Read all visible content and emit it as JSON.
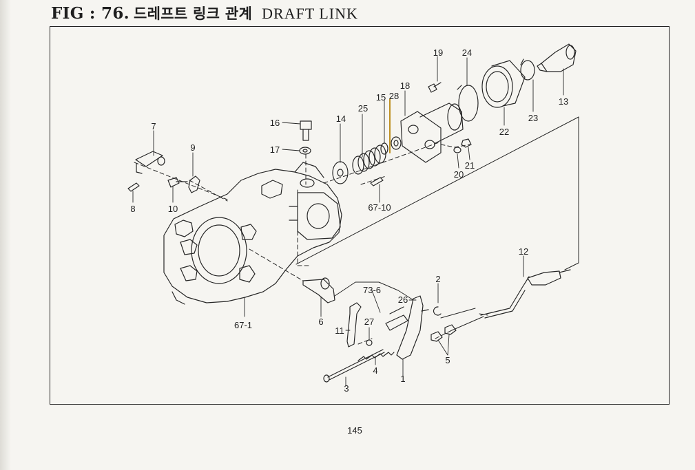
{
  "header": {
    "fig_label": "FIG : 76.",
    "title_ko": "드레프트 링크 관계",
    "title_en": "DRAFT LINK"
  },
  "page_number": "145",
  "callouts": [
    {
      "id": "c7",
      "label": "7"
    },
    {
      "id": "c8",
      "label": "8"
    },
    {
      "id": "c9",
      "label": "9"
    },
    {
      "id": "c10",
      "label": "10"
    },
    {
      "id": "c16",
      "label": "16"
    },
    {
      "id": "c17",
      "label": "17"
    },
    {
      "id": "c14",
      "label": "14"
    },
    {
      "id": "c25",
      "label": "25"
    },
    {
      "id": "c15",
      "label": "15"
    },
    {
      "id": "c28",
      "label": "28"
    },
    {
      "id": "c18",
      "label": "18"
    },
    {
      "id": "c19",
      "label": "19"
    },
    {
      "id": "c24",
      "label": "24"
    },
    {
      "id": "c22",
      "label": "22"
    },
    {
      "id": "c23",
      "label": "23"
    },
    {
      "id": "c13",
      "label": "13"
    },
    {
      "id": "c21",
      "label": "21"
    },
    {
      "id": "c20",
      "label": "20"
    },
    {
      "id": "c67_10",
      "label": "67-10"
    },
    {
      "id": "c67_1",
      "label": "67-1"
    },
    {
      "id": "c6",
      "label": "6"
    },
    {
      "id": "c11",
      "label": "11"
    },
    {
      "id": "c27",
      "label": "27"
    },
    {
      "id": "c73_6",
      "label": "73-6"
    },
    {
      "id": "c26",
      "label": "26"
    },
    {
      "id": "c2",
      "label": "2"
    },
    {
      "id": "c12",
      "label": "12"
    },
    {
      "id": "c5",
      "label": "5"
    },
    {
      "id": "c4",
      "label": "4"
    },
    {
      "id": "c3",
      "label": "3"
    },
    {
      "id": "c1",
      "label": "1"
    }
  ]
}
